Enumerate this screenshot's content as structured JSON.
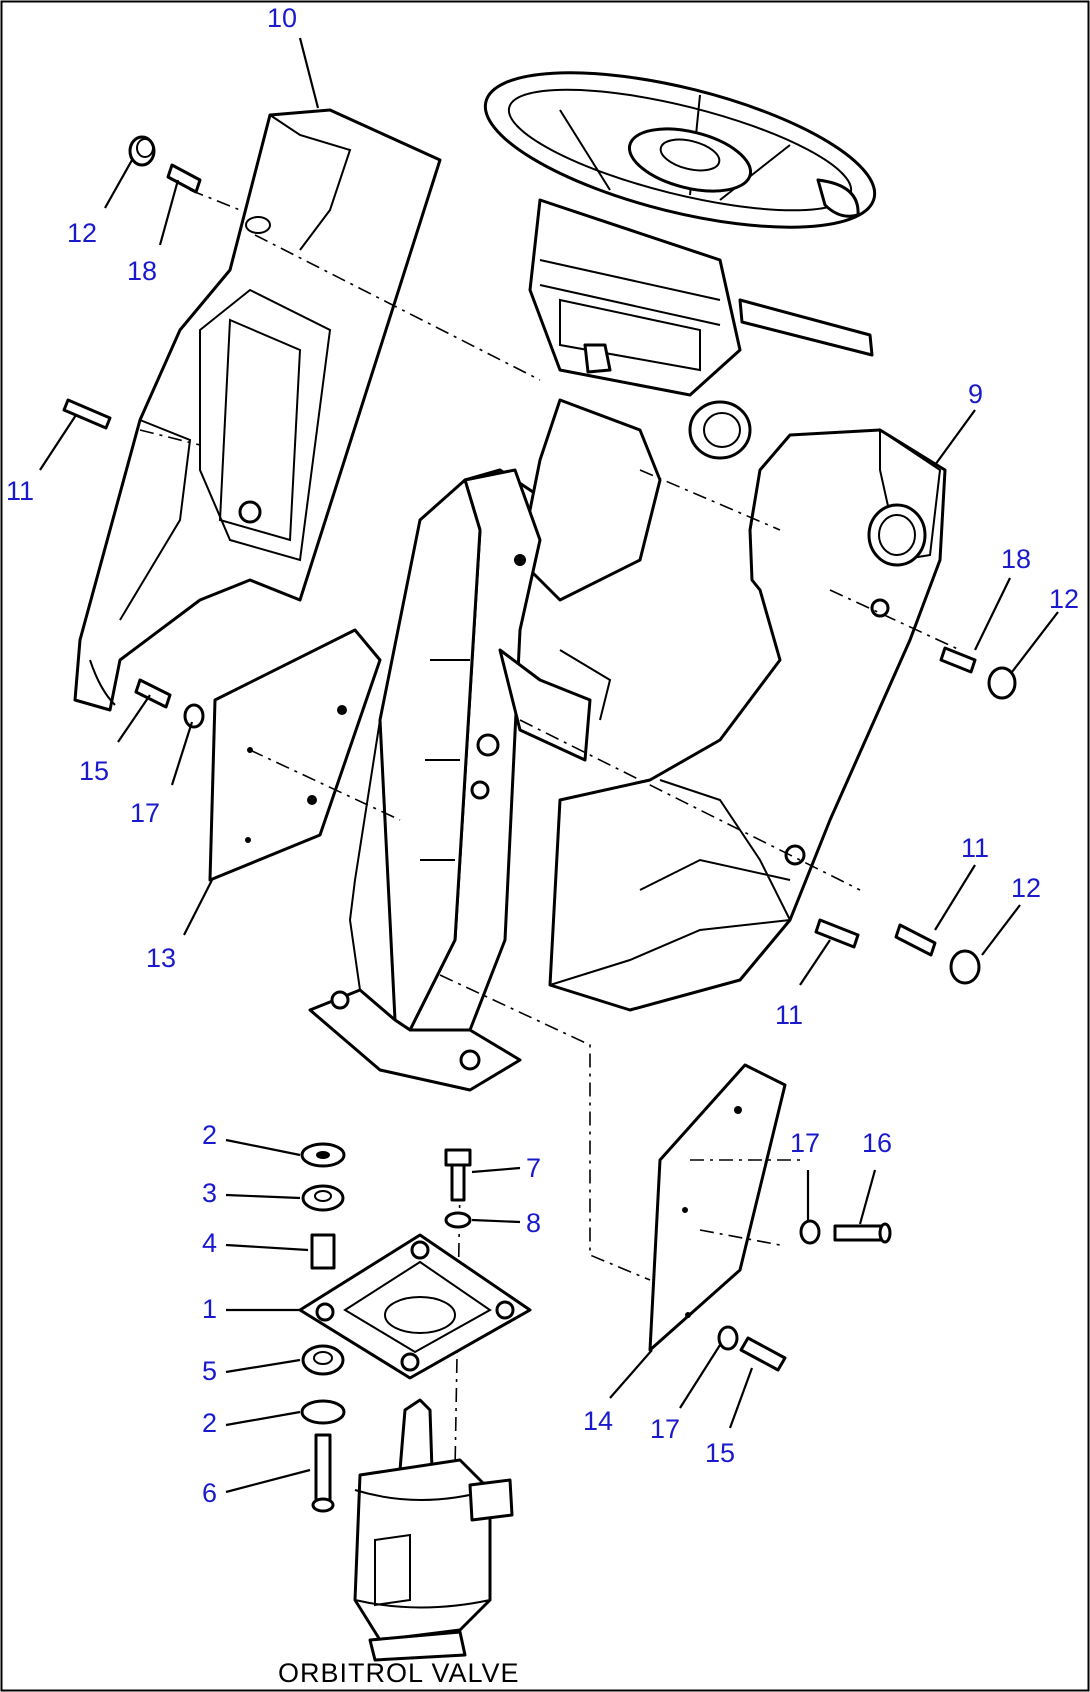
{
  "diagram": {
    "caption": "ORBITROL VALVE",
    "callouts": {
      "c10": "10",
      "c12a": "12",
      "c18a": "18",
      "c11a": "11",
      "c15a": "15",
      "c17a": "17",
      "c13": "13",
      "c9": "9",
      "c18b": "18",
      "c12b": "12",
      "c11b": "11",
      "c12c": "12",
      "c11c": "11",
      "c2a": "2",
      "c3": "3",
      "c4": "4",
      "c1": "1",
      "c5": "5",
      "c2b": "2",
      "c6": "6",
      "c7": "7",
      "c8": "8",
      "c17b": "17",
      "c16": "16",
      "c14": "14",
      "c17c": "17",
      "c15b": "15"
    }
  }
}
